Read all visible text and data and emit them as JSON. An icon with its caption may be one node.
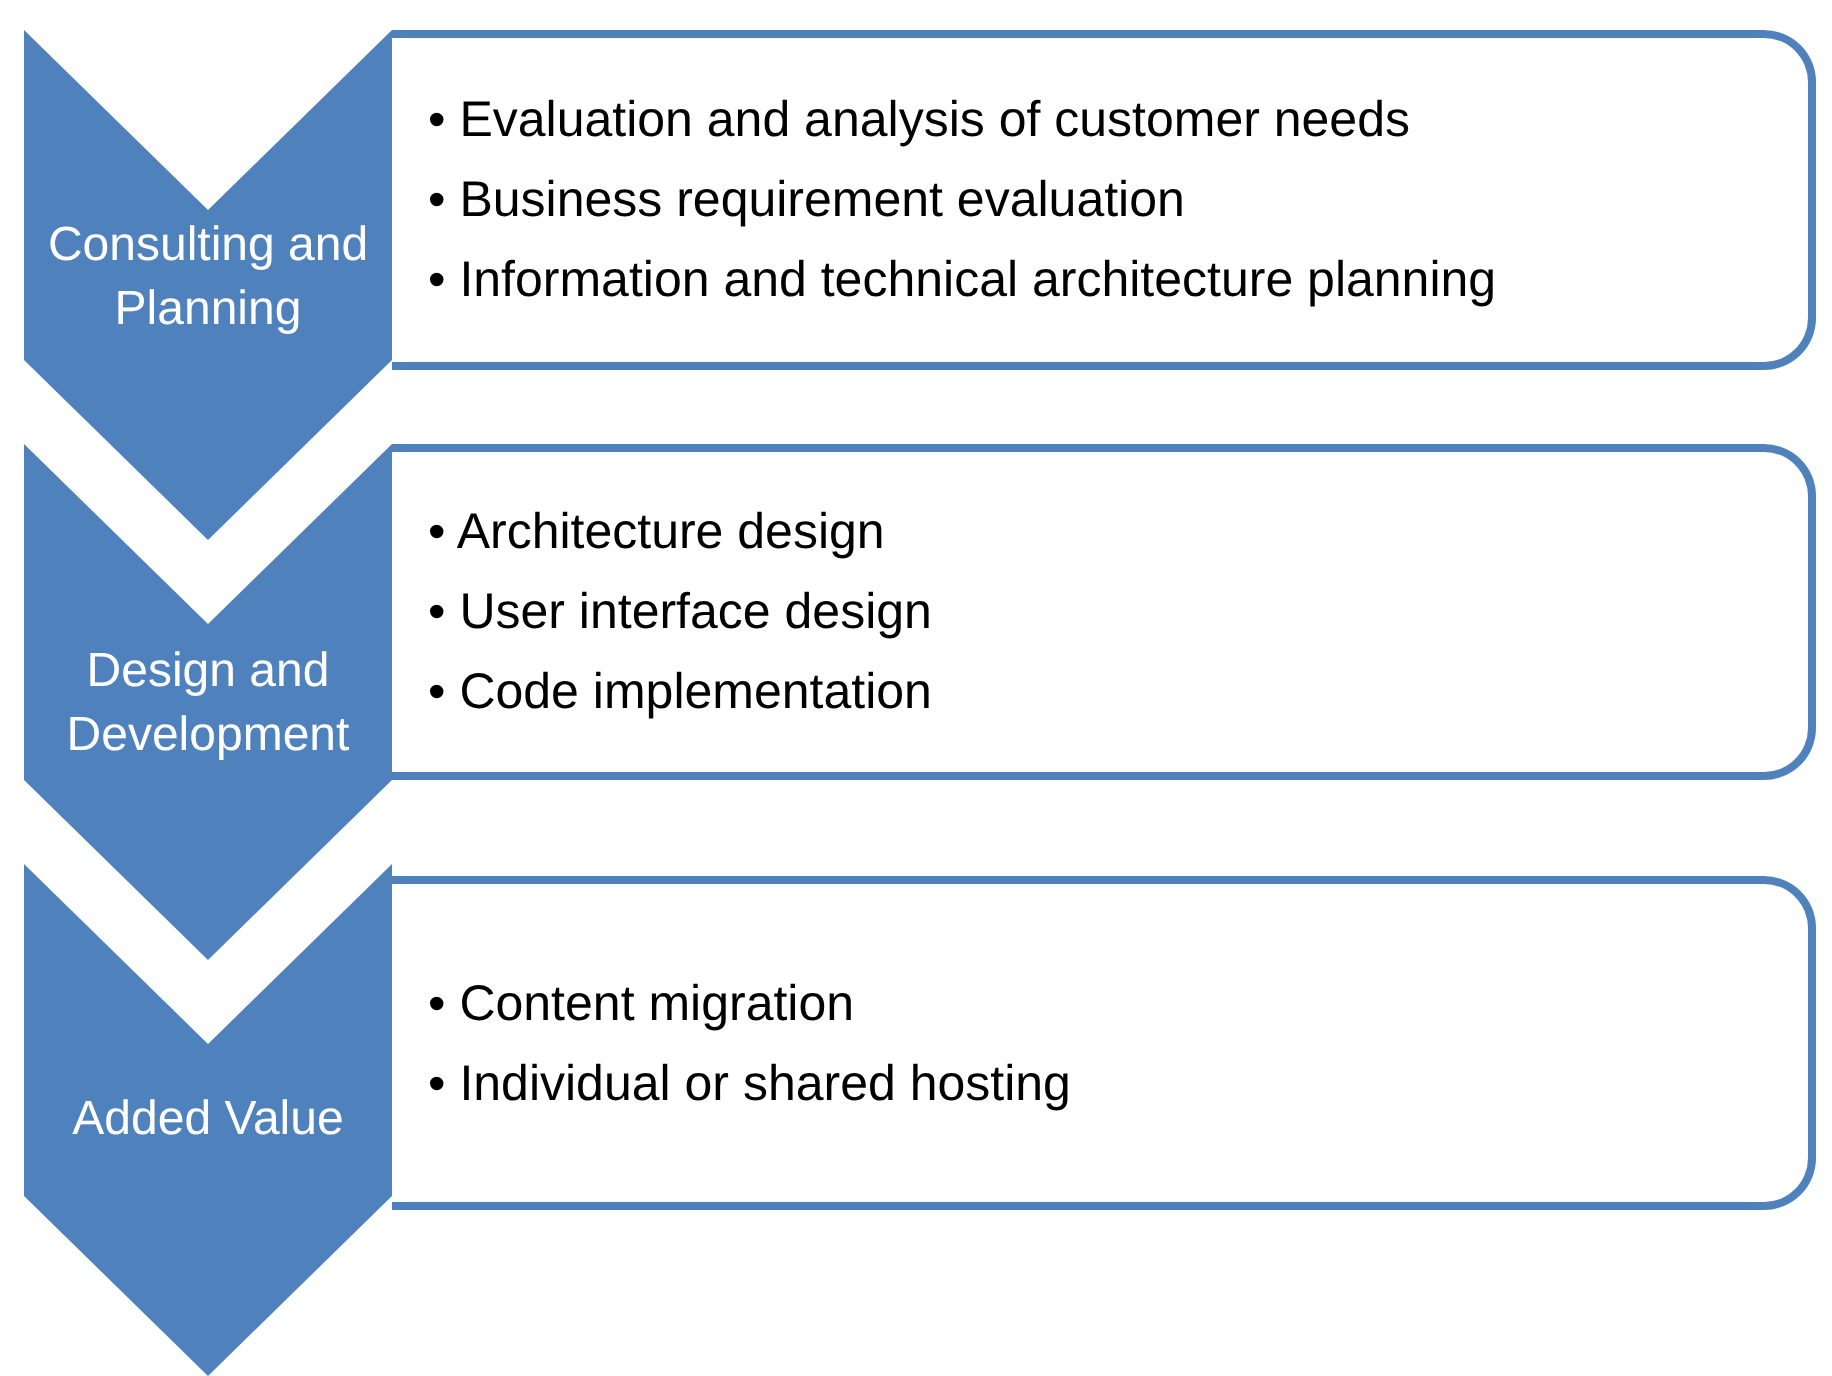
{
  "diagram": {
    "nodes": [
      {
        "text": [
          "Consulting and Planning"
        ]
      },
      {
        "text": [
          "• Evaluation and analysis of customer needs",
          "• Business requirement evaluation",
          "• Information and technical architecture planning"
        ]
      },
      {
        "text": [
          "Design and Development"
        ]
      },
      {
        "text": [
          "• Architecture design",
          "• User interface design",
          "• Code implementation"
        ]
      },
      {
        "text": [
          "Added Value"
        ]
      },
      {
        "text": [
          "• Content migration",
          "• Individual or shared hosting"
        ]
      }
    ]
  }
}
